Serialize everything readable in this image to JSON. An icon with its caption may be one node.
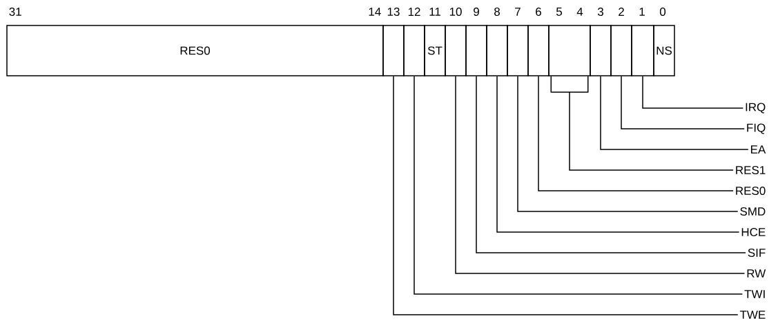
{
  "diagram": {
    "nodes": [
      {
        "text": [
          "RES0"
        ]
      },
      {
        "text": [],
        "shape": "box"
      },
      {
        "text": [],
        "shape": "box"
      },
      {
        "text": [
          "ST"
        ]
      },
      {
        "text": [],
        "shape": "box"
      },
      {
        "text": [],
        "shape": "box"
      },
      {
        "text": [],
        "shape": "box"
      },
      {
        "text": [],
        "shape": "box"
      },
      {
        "text": [],
        "shape": "box"
      },
      {
        "text": [],
        "shape": "box"
      },
      {
        "text": [],
        "shape": "box"
      },
      {
        "text": [],
        "shape": "box"
      },
      {
        "text": [],
        "shape": "box"
      },
      {
        "text": [
          "NS"
        ]
      },
      {
        "text": [
          "IRQ"
        ]
      },
      {
        "text": [
          "FIQ"
        ]
      },
      {
        "text": [
          "EA"
        ]
      },
      {
        "text": [
          "RES1"
        ]
      },
      {
        "text": [
          "RES0"
        ]
      },
      {
        "text": [
          "SMD"
        ]
      },
      {
        "text": [
          "HCE"
        ]
      },
      {
        "text": [
          "SIF"
        ]
      },
      {
        "text": [
          "RW"
        ]
      },
      {
        "text": [
          "TWI"
        ]
      },
      {
        "text": [
          "TWE"
        ]
      }
    ],
    "edges": [
      {
        "from": 14,
        "to": 12,
        "arrow": "none"
      },
      {
        "from": 15,
        "to": 11,
        "arrow": "none"
      },
      {
        "from": 16,
        "to": 10,
        "arrow": "none"
      },
      {
        "from": 17,
        "to": 9,
        "arrow": "none"
      },
      {
        "from": 18,
        "to": 8,
        "arrow": "none"
      },
      {
        "from": 19,
        "to": 7,
        "arrow": "none"
      },
      {
        "from": 20,
        "to": 6,
        "arrow": "none"
      },
      {
        "from": 21,
        "to": 5,
        "arrow": "none"
      },
      {
        "from": 22,
        "to": 4,
        "arrow": "none"
      },
      {
        "from": 23,
        "to": 2,
        "arrow": "none"
      },
      {
        "from": 24,
        "to": 1,
        "arrow": "none"
      }
    ],
    "labels": [
      "31",
      "14",
      "13",
      "12",
      "11",
      "10",
      "9",
      "8",
      "7",
      "6",
      "5",
      "4",
      "3",
      "2",
      "1",
      "0"
    ]
  }
}
